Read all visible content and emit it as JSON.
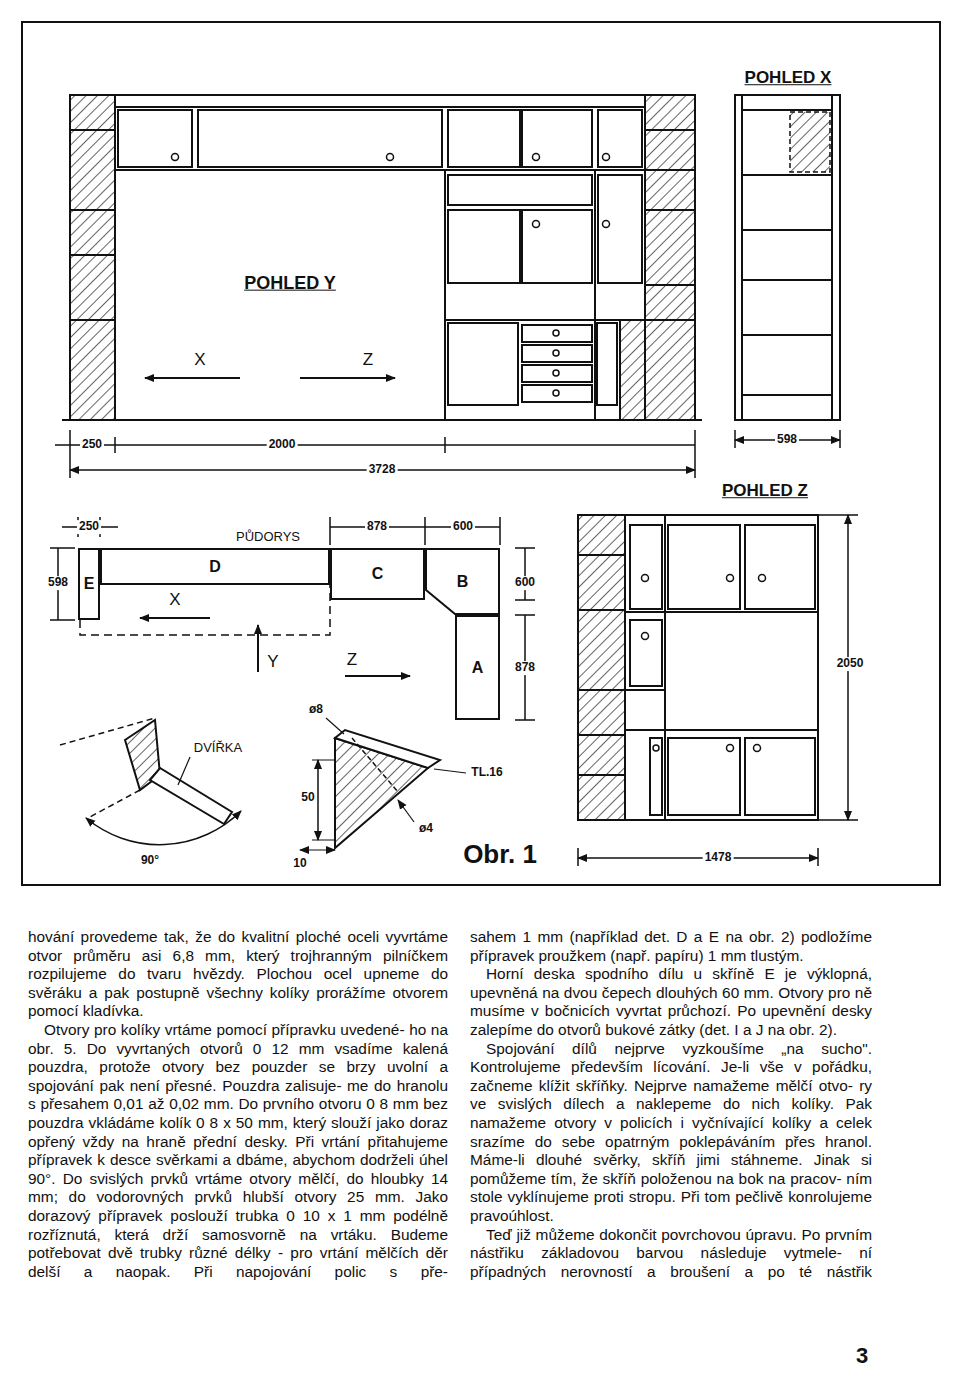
{
  "diagram": {
    "caption": "Obr. 1",
    "nodes": [
      {
        "text": [
          "E"
        ]
      },
      {
        "text": [
          "D"
        ]
      },
      {
        "text": [
          "C"
        ]
      },
      {
        "text": [
          "B"
        ]
      },
      {
        "text": [
          "A"
        ]
      }
    ],
    "labels": [
      "POHLED X",
      "POHLED Y",
      "X",
      "Z",
      "250",
      "2000",
      "3728",
      "598",
      "POHLED Z",
      "250",
      "PŮDORYS",
      "878",
      "600",
      "598",
      "600",
      "X",
      "Y",
      "Z",
      "878",
      "ø8",
      "DVÍŘKA",
      "50",
      "TL.16",
      "ø4",
      "90°",
      "10",
      "2050",
      "1478",
      "hování provedeme tak, že do kvalitní ploché oceli vyvrtáme otvor průměru asi 6,8 mm, který trojhranným pilníčkem rozpilujeme do tvaru hvězdy. Plochou ocel upneme do svěráku a pak postupně všechny kolíky prorážíme otvorem pomocí kladívka.",
      "Otvory pro kolíky vrtáme pomocí přípravku uvedené- ho na obr. 5. Do vyvrtaných otvorů 0 12 mm vsadíme kalená pouzdra, protože otvory bez pouzder se brzy uvolní a spojování pak není přesné. Pouzdra zalisuje- me do hranolu s přesahem 0,01 až 0,02 mm. Do prvního otvoru 0 8 mm bez pouzdra vkládáme kolík 0 8 x 50 mm, který slouží jako doraz opřený vždy na hraně přední desky. Při vrtání přitahujeme přípravek k desce svěrkami a dbáme, abychom dodrželi úhel 90°. Do svislých prvků vrtáme otvory mělčí, do hloubky 14 mm; do vodorovných prvků hlubší otvory 25 mm. Jako dorazový přípravek poslouží trubka 0 10 x 1 mm podélně rozříznutá, která drží samosvorně na vrtáku. Budeme potřebovat dvě trubky různé délky - pro vrtání mělčích děr delší a naopak. Při napojování polic s pře-",
      "sahem 1 mm (například det. D a E na obr. 2) podložíme přípravek proužkem (např. papíru) 1 mm tlustým.",
      "Horní deska spodního dílu u skříně E je výklopná, upevněná na dvou čepech dlouhých 60 mm. Otvory pro ně musíme v bočnicích vyvrtat průchozí. Po upevnění desky zalepíme do otvorů bukové zátky (det. I a J na obr. 2).",
      "Spojování dílů nejprve vyzkoušíme „na sucho\". Kontrolujeme především lícování. Je-li vše v pořádku, začneme klížit skříňky. Nejprve namažeme mělčí otvo- ry ve svislých dílech a naklepeme do nich kolíky. Pak namažeme otvory v policích i vyčnívající kolíky a celek srazíme do sebe opatrným poklepáváním přes hranol. Máme-li dlouhé svěrky, skříň jimi stáhneme. Jinak si pomůžeme tím, že skříň položenou na bok na pracov- ním stole vyklínujeme proti stropu. Při tom pečlivě konrolujeme pravoúhlost.",
      "Teď již můžeme dokončit povrchovou úpravu. Po prvním nástřiku základovou barvou následuje vytmele- ní případných nerovností a broušení a po té nástřik",
      "3"
    ]
  }
}
